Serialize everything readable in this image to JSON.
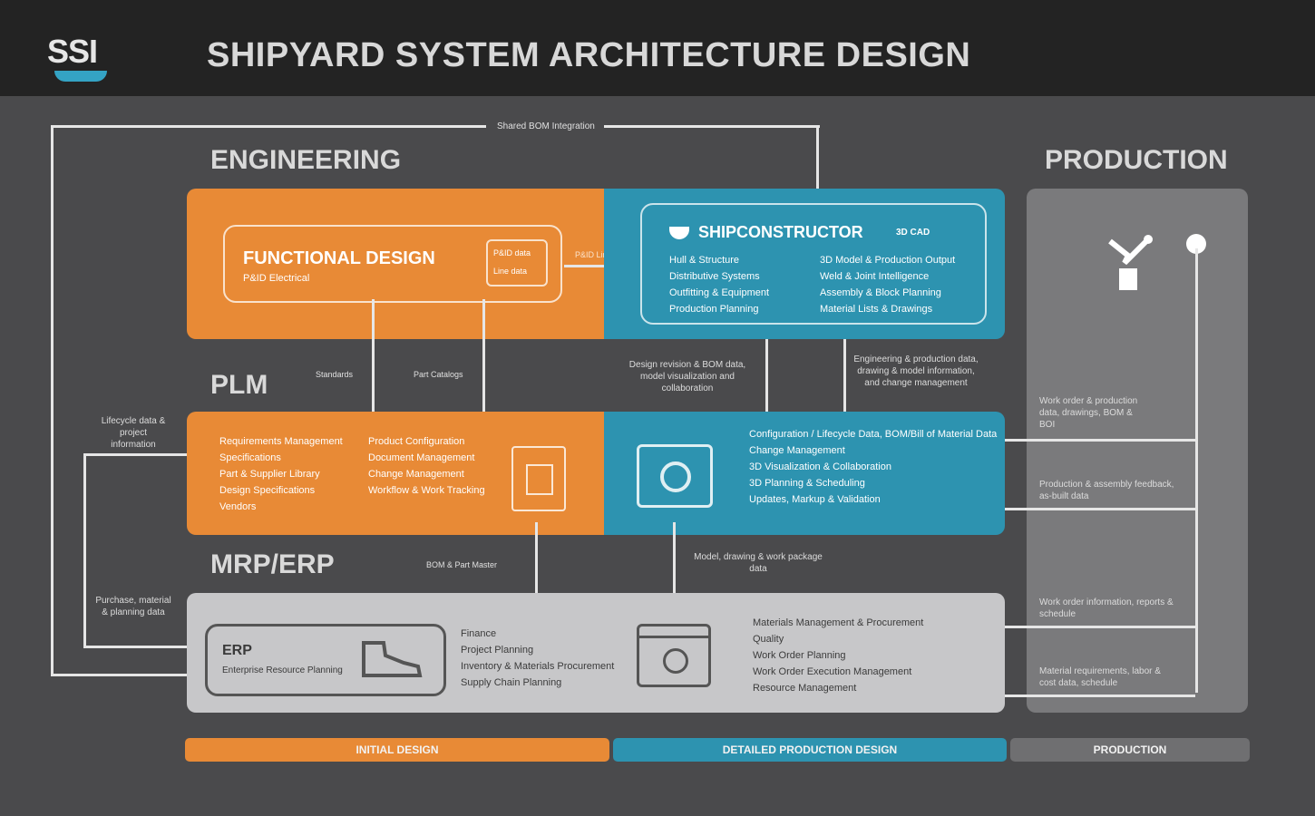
{
  "header": {
    "logo_text": "SSI",
    "title": "SHIPYARD SYSTEM ARCHITECTURE DESIGN"
  },
  "colors": {
    "engineering_orange": "#e88a36",
    "shipconstructor_blue": "#2d93b0",
    "erp_light": "#c7c7c9",
    "production_grey": "#7a7a7c",
    "header_black": "#232323"
  },
  "lanes": {
    "engineering": "ENGINEERING",
    "plm": "PLM",
    "mrp_erp": "MRP/ERP",
    "production": "PRODUCTION"
  },
  "top_connector_label": "Shared BOM Integration",
  "engineering": {
    "functional_design": {
      "title": "FUNCTIONAL DESIGN",
      "subtitle": "P&ID Electrical",
      "tag1": "P&ID data",
      "tag2": "Line data"
    },
    "link_label": "P&ID Link",
    "shipconstructor": {
      "title": "SHIPCONSTRUCTOR",
      "badge": "3D CAD",
      "left_items": [
        "Hull & Structure",
        "Distributive Systems",
        "Outfitting & Equipment",
        "Production Planning"
      ],
      "right_items": [
        "3D Model & Production Output",
        "Weld & Joint Intelligence",
        "Assembly & Block Planning",
        "Material Lists & Drawings"
      ]
    }
  },
  "connector_labels": {
    "plm_down": "Standards",
    "plm_up": "Part Catalogs",
    "center_left": "Design revision & BOM data, model visualization and collaboration",
    "center_right": "Engineering & production data, drawing & model information, and change management",
    "left_side_top": "Lifecycle data & project information",
    "left_side_bottom": "Purchase, material & planning data",
    "erp_left": "BOM & Part Master",
    "erp_right": "Model, drawing & work package data"
  },
  "plm": {
    "orange_left": [
      "Requirements Management",
      "Specifications",
      "Part & Supplier Library",
      "Design Specifications",
      "Vendors"
    ],
    "orange_right": [
      "Product Configuration",
      "Document Management",
      "Change Management",
      "Workflow & Work Tracking"
    ],
    "blue_items": [
      "Configuration / Lifecycle Data, BOM/Bill of Material Data",
      "Change Management",
      "3D Visualization & Collaboration",
      "3D Planning & Scheduling",
      "Updates, Markup & Validation"
    ]
  },
  "erp": {
    "box_title": "ERP",
    "box_subtitle": "Enterprise Resource Planning",
    "mid_items": [
      "Finance",
      "Project Planning",
      "Inventory & Materials Procurement",
      "Supply Chain Planning"
    ],
    "right_items": [
      "Materials Management & Procurement",
      "Quality",
      "Work Order Planning",
      "Work Order Execution Management",
      "Resource Management"
    ]
  },
  "production": {
    "labels": [
      "Work order & production data, drawings, BOM & BOI",
      "Production & assembly feedback, as-built data",
      "Work order information, reports & schedule",
      "Material requirements, labor & cost data, schedule"
    ]
  },
  "phase_bar": {
    "phase1": "INITIAL DESIGN",
    "phase2": "DETAILED PRODUCTION DESIGN",
    "phase3": "PRODUCTION"
  }
}
